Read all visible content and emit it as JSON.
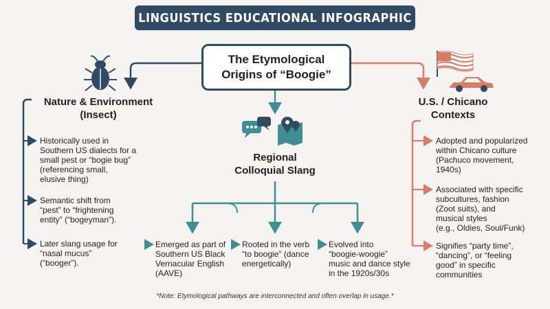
{
  "banner": "LINGUISTICS  EDUCATIONAL INFOGRAPHIC",
  "center": {
    "line1": "The Etymological",
    "line2": "Origins of “Boogie”"
  },
  "left": {
    "title1": "Nature & Environment",
    "title2": "(Insect)",
    "items": [
      [
        "Historically used in",
        "Southern US dialects for a",
        "small pest or “bogie bug”",
        "(referencing small,",
        "elusive thing)"
      ],
      [
        "Semantic shift from",
        "“pest” to “frightening",
        "entity” (“bogeyman”)."
      ],
      [
        "Later slang usage for",
        "“nasal mucus”",
        "(“booger”)."
      ]
    ]
  },
  "middle": {
    "title1": "Regional",
    "title2": "Colloquial Slang",
    "items": [
      [
        "Emerged as part of",
        "Southern US Black",
        "Vernacular English",
        "(AAVE)"
      ],
      [
        "Rooted in the verb",
        "“to boogie” (dance",
        "energetically)"
      ],
      [
        "Evolved into",
        "“boogie-woogie”",
        "music and dance style",
        "in the 1920s/30s"
      ]
    ]
  },
  "right": {
    "title1": "U.S. / Chicano",
    "title2": "Contexts",
    "items": [
      [
        "Adopted and popularized",
        "within Chicano culture",
        "(Pachuco movement,",
        "1940s)"
      ],
      [
        "Associated with specific",
        "subcultures, fashion",
        "(Zoot suits), and",
        "musical styles",
        "(e.g., Oldies, Soul/Funk)"
      ],
      [
        "Signifies “party time”,",
        "“dancing”, or “feeling",
        "good” in specific",
        "communities"
      ]
    ]
  },
  "note": "*Note: Etymological pathways are interconnected and often overlap in usage.*",
  "colors": {
    "navy": "#2f4a63",
    "teal": "#3e8f93",
    "salmon": "#d97b66"
  },
  "icons": [
    "beetle-icon",
    "chat-bubbles-icon",
    "map-pin-icon",
    "us-flag-icon",
    "lowrider-car-icon"
  ]
}
